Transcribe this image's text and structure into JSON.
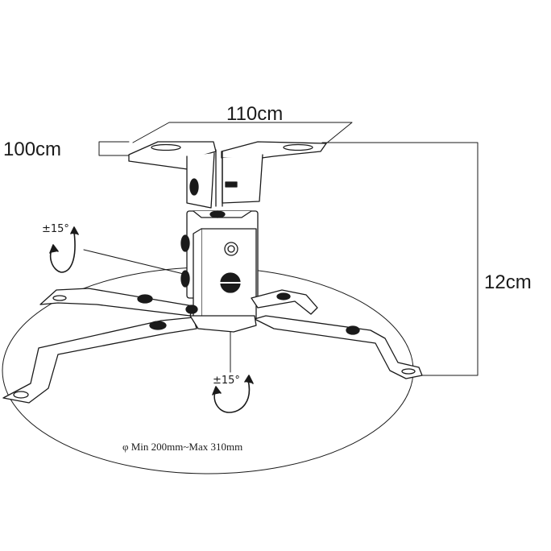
{
  "dimensions": {
    "width": "110cm",
    "depth": "100cm",
    "height": "12cm",
    "tilt_top": "±15°",
    "swivel_bottom": "±15°",
    "diameter": "φ Min 200mm~Max 310mm"
  },
  "colors": {
    "line": "#1a1a1a",
    "text": "#1a1a1a",
    "background": "#ffffff"
  },
  "icons": {
    "rotation_arrow": "curved-double-arrow-icon"
  }
}
